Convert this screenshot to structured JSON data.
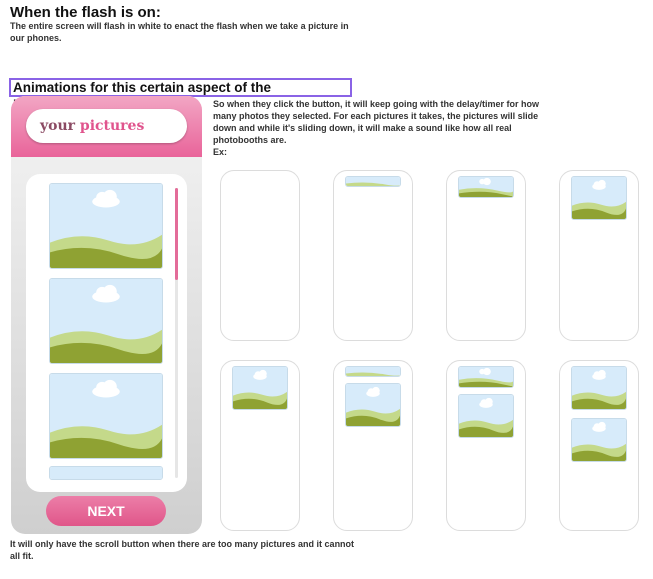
{
  "flash_section": {
    "title": "When the flash is on:",
    "description": "The entire screen will flash in white to enact the flash when we take a picture in our phones."
  },
  "animation_section": {
    "title": "Animations for this certain aspect of the photoshoot:",
    "description": "So when they click the button, it will keep going with the delay/timer for how many photos they selected. For each pictures it takes, the pictures will slide down and while it's sliding down, it will make a sound like how all real photobooths are.",
    "example_label": "Ex:",
    "footnote": "It will only have the scroll button when there are too many pictures and it cannot all fit."
  },
  "phone": {
    "title_part1": "your",
    "title_part2": "pictures",
    "next_label": "NEXT"
  },
  "colors": {
    "accent_pink": "#e05689",
    "highlight_purple": "#8a63e6",
    "sky": "#d7ebfa",
    "grass_light": "#c4d98a",
    "grass_dark": "#8fa233"
  },
  "icons": {
    "picture": "landscape-photo-icon"
  }
}
